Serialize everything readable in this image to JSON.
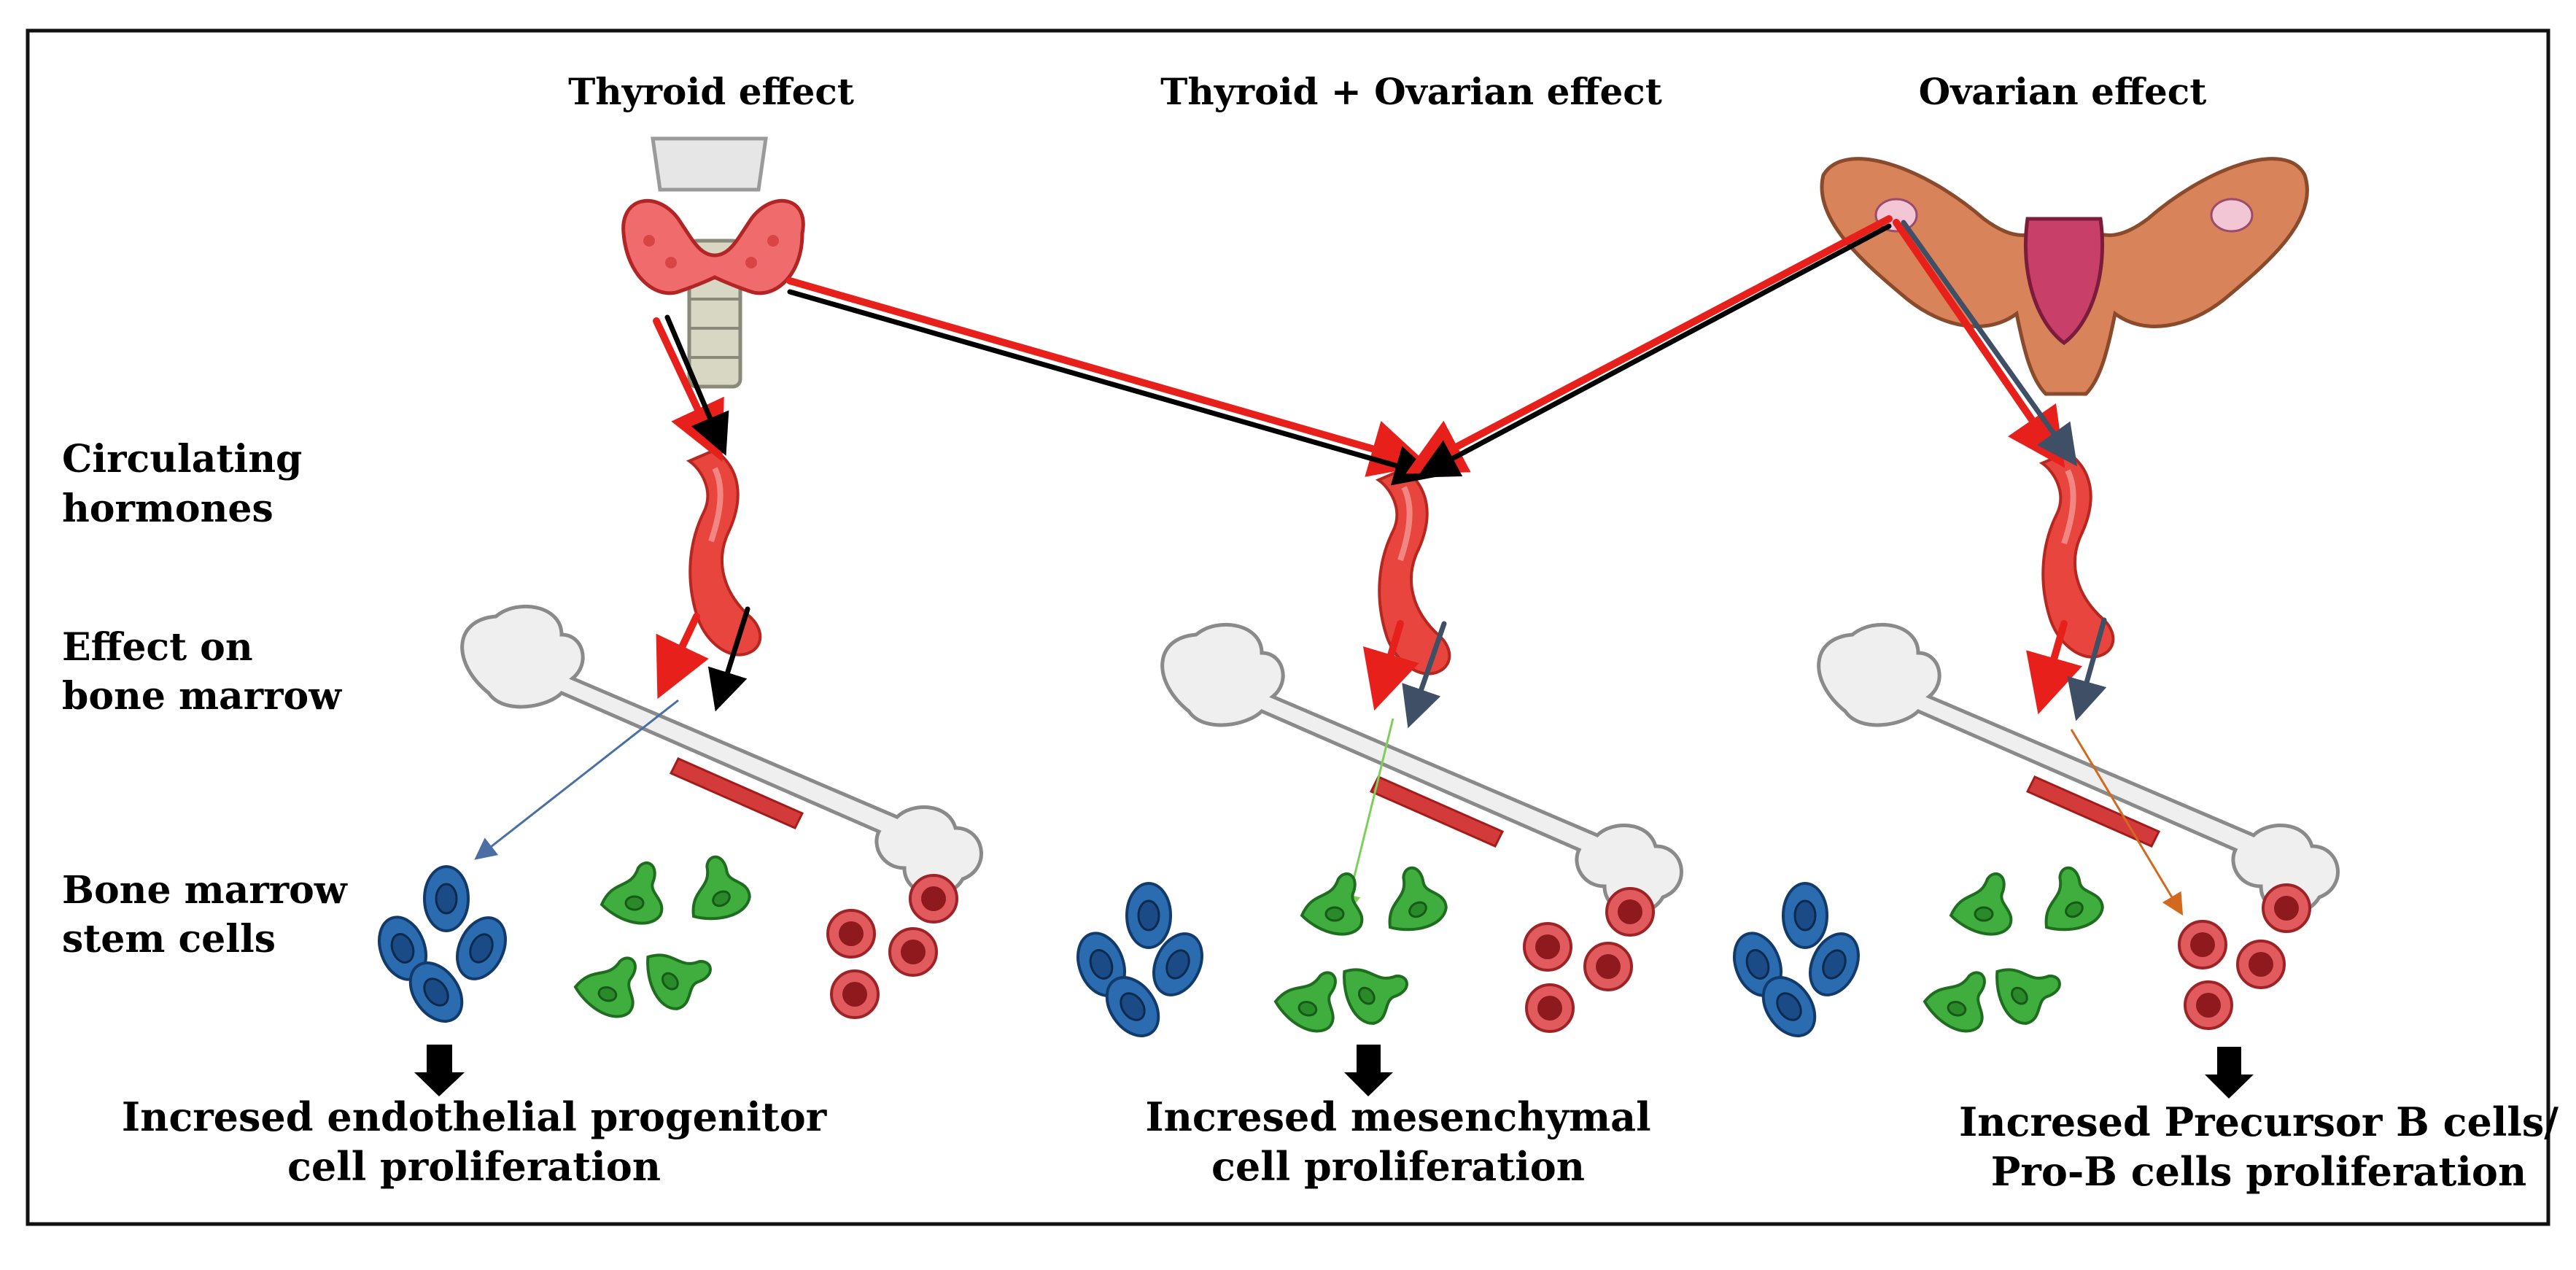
{
  "headers": {
    "thyroid": "Thyroid effect",
    "combined": "Thyroid + Ovarian effect",
    "ovarian": "Ovarian effect"
  },
  "rows": {
    "circulating": [
      "Circulating",
      "hormones"
    ],
    "effect": [
      "Effect on",
      "bone marrow"
    ],
    "stem": [
      "Bone marrow",
      "stem cells"
    ]
  },
  "results": {
    "endothelial": [
      "Incresed endothelial progenitor",
      "cell proliferation"
    ],
    "mesenchymal": [
      "Incresed mesenchymal",
      "cell proliferation"
    ],
    "precursor_b": [
      "Incresed Precursor B cells/",
      "Pro-B cells proliferation"
    ]
  },
  "colors": {
    "thyroid_arrow": "#e8201c",
    "ovarian_arrow_red": "#e8201c",
    "ovarian_arrow_slate": "#3f4f66",
    "black_arrow": "#000000",
    "vessel": "#e8453f",
    "endothelial_cell": "#2b6cb0",
    "mesenchymal_cell": "#3fae3f",
    "precursor_b_cell": "#e05a5e",
    "pointer_blue": "#4a6fa5",
    "pointer_green": "#7dcf5a",
    "pointer_orange": "#d2691e"
  }
}
